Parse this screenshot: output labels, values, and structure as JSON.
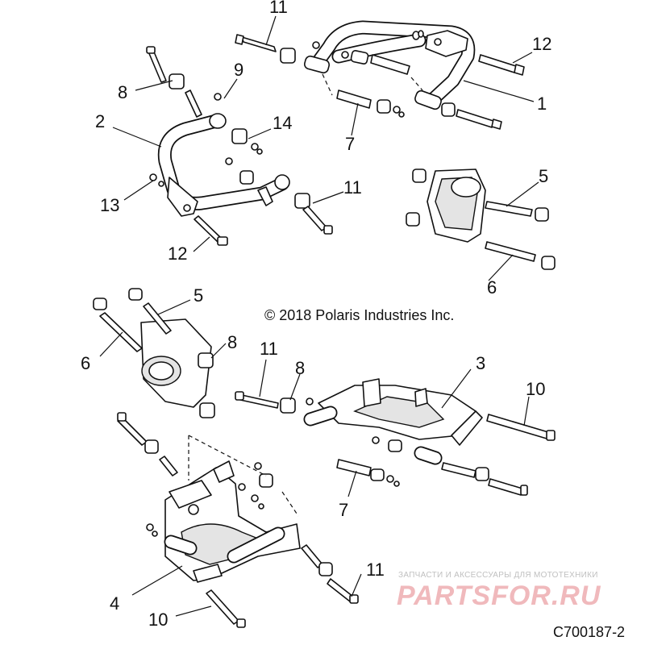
{
  "copyright": "© 2018 Polaris Industries Inc.",
  "diagram_code": "C700187-2",
  "watermark": {
    "tagline": "ЗАПЧАСТИ И АКСЕССУАРЫ ДЛЯ МОТОТЕХНИКИ",
    "brand": "PARTSFOR.RU"
  },
  "callouts": {
    "c11_top": "11",
    "c12_top": "12",
    "c1": "1",
    "c7_top": "7",
    "c9": "9",
    "c8_top": "8",
    "c2": "2",
    "c14": "14",
    "c13": "13",
    "c11_mid": "11",
    "c12_mid": "12",
    "c5_right": "5",
    "c6_right": "6",
    "c5_left": "5",
    "c6_left": "6",
    "c8_left": "8",
    "c11_low": "11",
    "c8_low": "8",
    "c3": "3",
    "c10_right": "10",
    "c7_low": "7",
    "c4": "4",
    "c11_bottom": "11",
    "c10_bottom": "10"
  }
}
